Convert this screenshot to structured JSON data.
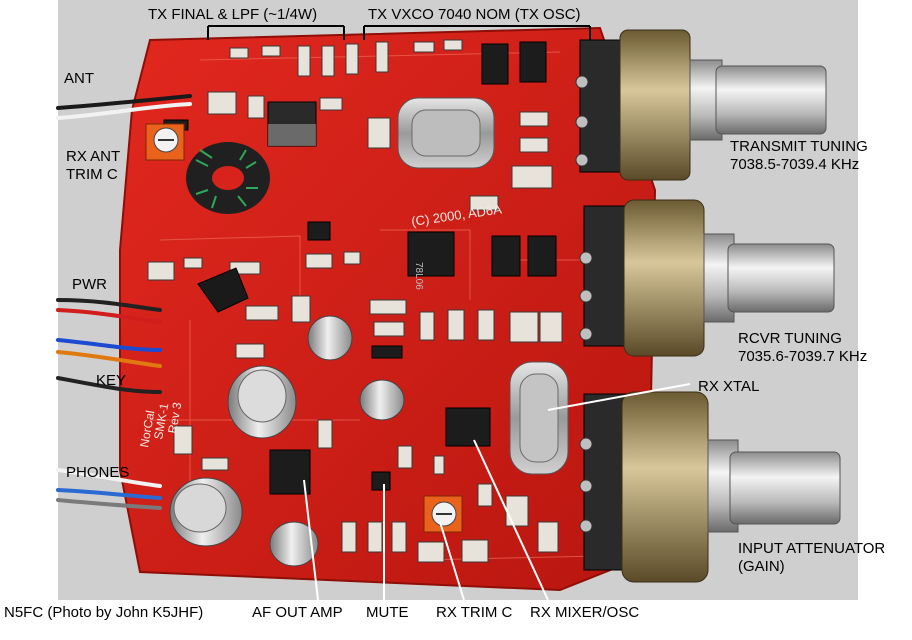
{
  "labels": {
    "ant": "ANT",
    "rx_ant_trim_line1": "RX ANT",
    "rx_ant_trim_line2": "TRIM C",
    "pwr": "PWR",
    "key": "KEY",
    "phones": "PHONES",
    "tx_final": "TX FINAL & LPF (~1/4W)",
    "tx_vxco": "TX VXCO 7040 NOM (TX OSC)",
    "transmit_tuning_line1": "TRANSMIT TUNING",
    "transmit_tuning_line2": "7038.5-7039.4 KHz",
    "rcvr_tuning_line1": "RCVR TUNING",
    "rcvr_tuning_line2": "7035.6-7039.7 KHz",
    "rx_xtal": "RX XTAL",
    "input_atten_line1": "INPUT ATTENUATOR",
    "input_atten_line2": "(GAIN)",
    "credit": "N5FC (Photo by John K5JHF)",
    "af_out_amp": "AF OUT AMP",
    "mute": "MUTE",
    "rx_trim_c": "RX TRIM C",
    "rx_mixer_osc": "RX MIXER/OSC"
  },
  "board_text": {
    "copyright": "(C) 2000, AD6A",
    "model": "SMK-1",
    "rev": "Rev 3",
    "brand": "NorCal",
    "reg": "78L06"
  },
  "colors": {
    "board": "#d8231c",
    "background": "#ffffff",
    "photo_bg": "#c9c9c9"
  }
}
